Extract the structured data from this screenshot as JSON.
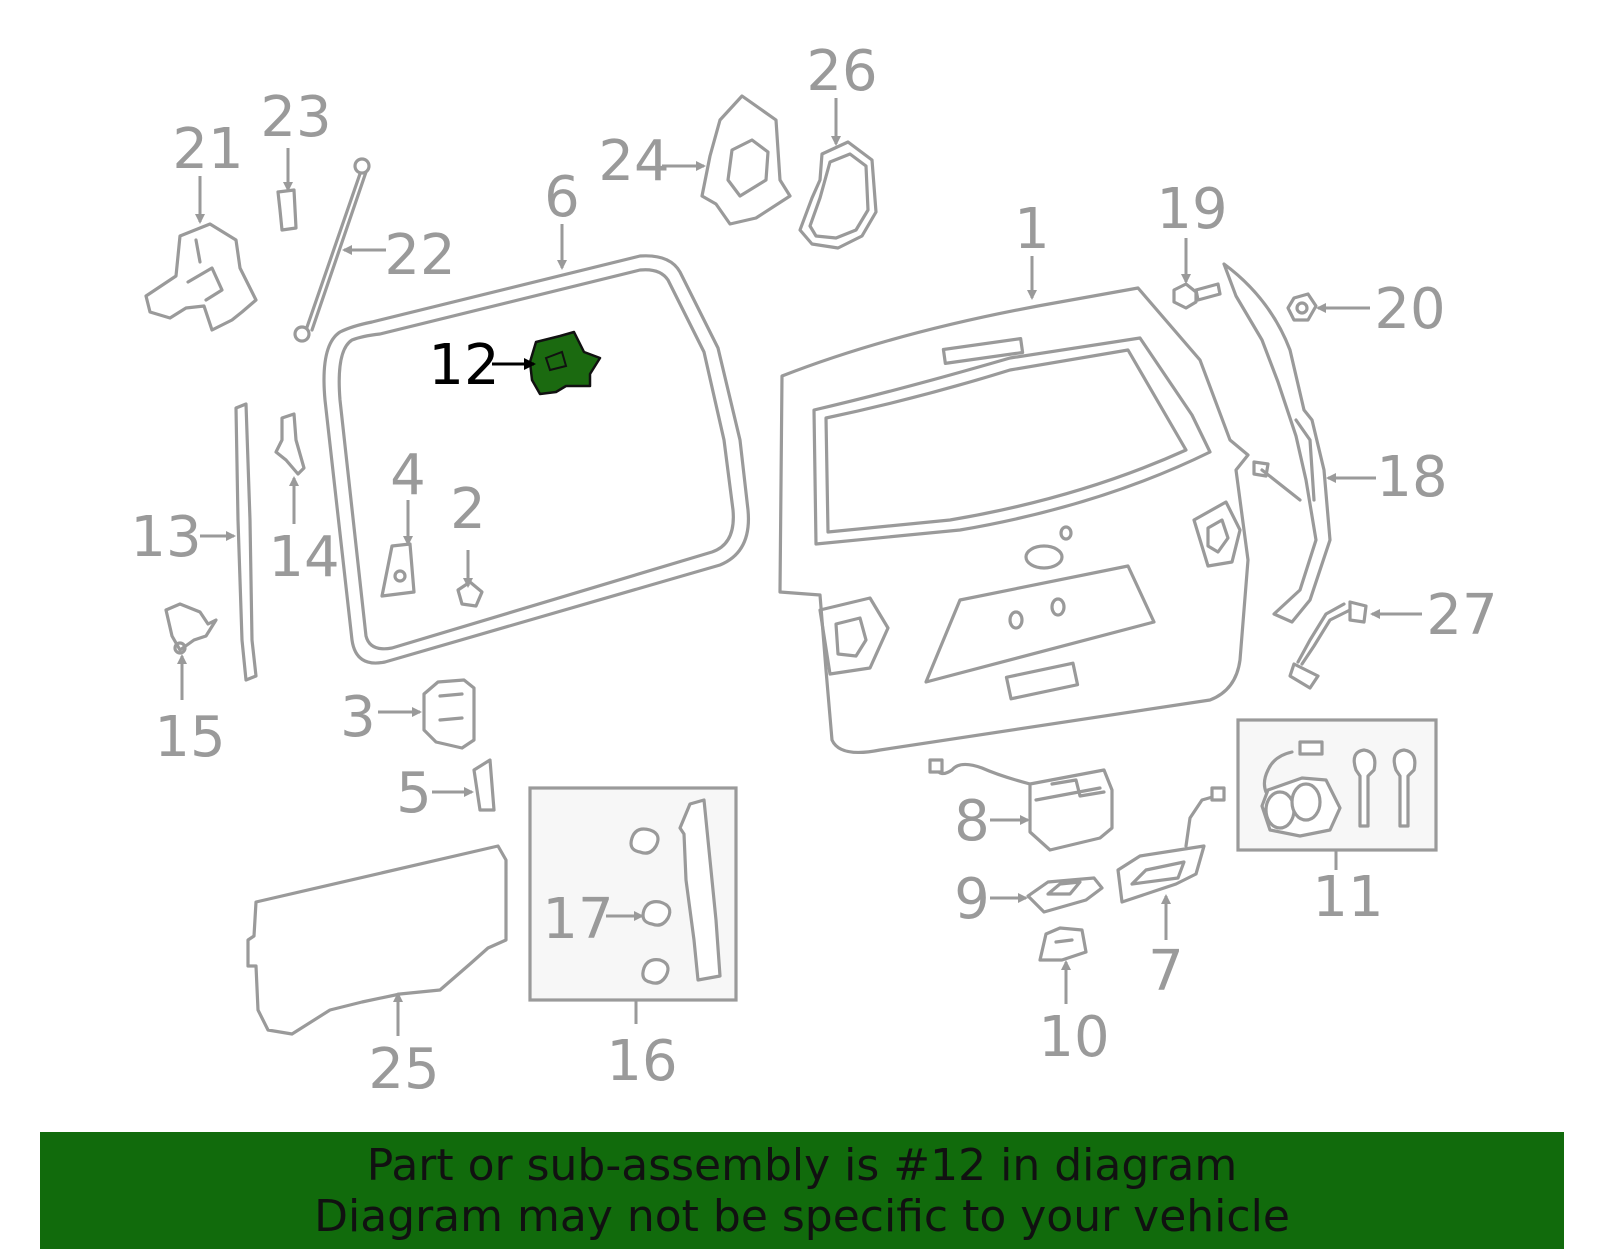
{
  "diagram": {
    "highlighted_part": "12",
    "accent_color": "#116b0c",
    "highlight_fill": "#1b6a10",
    "line_color": "#9a9a9a",
    "callouts": [
      "1",
      "2",
      "3",
      "4",
      "5",
      "6",
      "7",
      "8",
      "9",
      "10",
      "11",
      "12",
      "13",
      "14",
      "15",
      "16",
      "17",
      "18",
      "19",
      "20",
      "21",
      "22",
      "23",
      "24",
      "25",
      "26",
      "27"
    ]
  },
  "banner": {
    "line1": "Part or sub-assembly is #12 in diagram",
    "line2": "Diagram may not be specific to your vehicle"
  }
}
